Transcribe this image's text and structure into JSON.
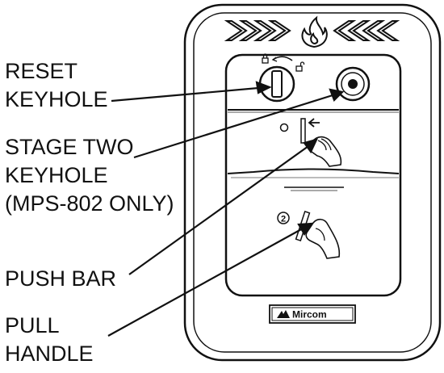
{
  "callouts": {
    "reset_keyhole": [
      "RESET",
      "KEYHOLE"
    ],
    "stage_two_keyhole": [
      "STAGE TWO",
      "KEYHOLE",
      "(MPS-802 ONLY)"
    ],
    "push_bar": [
      "PUSH BAR"
    ],
    "pull_handle": [
      "PULL",
      "HANDLE"
    ]
  },
  "device": {
    "brand": "Mircom",
    "pull_step_number": "2"
  },
  "icons": [
    "flame-icon",
    "chevron-arrows",
    "lock-icon",
    "unlock-icon",
    "hand-push-icon",
    "hand-pull-icon",
    "mircom-logo-icon"
  ]
}
